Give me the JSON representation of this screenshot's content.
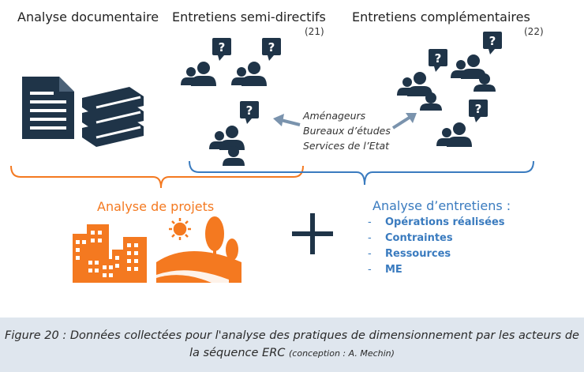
{
  "headings": {
    "doc_analysis": "Analyse documentaire",
    "semi_directive": "Entretiens semi-directifs",
    "semi_directive_count": "(21)",
    "complementary": "Entretiens complémentaires",
    "complementary_count": "(22)"
  },
  "actors": [
    "Aménageurs",
    "Bureaux d’études",
    "Services de l’Etat"
  ],
  "project_analysis": {
    "title": "Analyse de projets"
  },
  "interview_analysis": {
    "title": "Analyse d’entretiens :",
    "items": [
      "Opérations réalisées",
      "Contraintes",
      "Ressources",
      "ME"
    ]
  },
  "caption": {
    "line1": "Figure 20 : Données collectées pour l'analyse des pratiques de dimensionnement par les acteurs de",
    "line2": "la séquence ERC",
    "credit": "(conception : A. Mechin)"
  },
  "colors": {
    "orange": "#f47920",
    "blue": "#3a7bbf",
    "dark_icon": "#1f3448",
    "caption_bg": "#dfe6ee"
  },
  "icons": [
    "document-icon",
    "books-icon",
    "person-question-icon",
    "arrow-icon",
    "plus-icon",
    "buildings-icon",
    "sun-icon",
    "landscape-icon",
    "tree-icon"
  ]
}
